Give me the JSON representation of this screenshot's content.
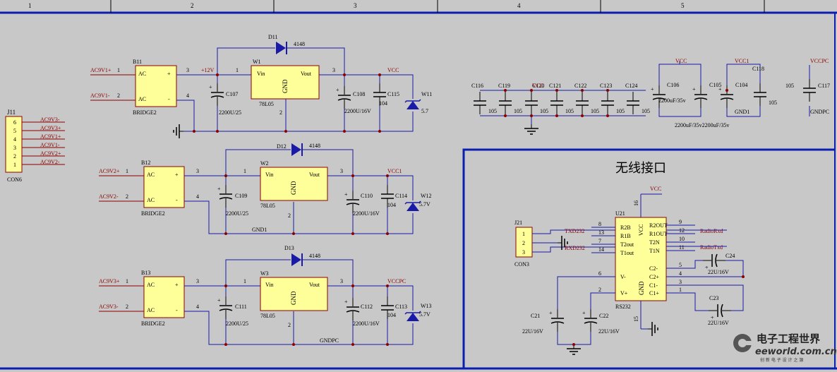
{
  "border": {
    "zones": [
      "1",
      "2",
      "3",
      "4",
      "5"
    ],
    "colors": {
      "frame": "#0a1fb0",
      "wire": "#1a1aa8",
      "part_fill": "#ffff99",
      "part_edge": "#8b0000",
      "net_label": "#8b0000",
      "text": "#000000",
      "background": "#c8c8c8",
      "junction": "#8b0000"
    }
  },
  "connector_j11": {
    "ref": "J11",
    "type": "CON6",
    "pins": [
      "6",
      "5",
      "4",
      "3",
      "2",
      "1"
    ],
    "nets": [
      "AC9V3-",
      "AC9V3+",
      "AC9V1+",
      "AC9V1-",
      "AC9V2+",
      "AC9V2-"
    ]
  },
  "ch1": {
    "in_plus": "AC9V1+",
    "in_plus_pin": "1",
    "in_minus": "AC9V1-",
    "in_minus_pin": "2",
    "bridge": {
      "ref": "B11",
      "type": "BRIDGE2",
      "pin_ac": "AC",
      "pin_plus": "+",
      "pin_minus": "-",
      "pin3": "3",
      "pin4": "4"
    },
    "plus12": "+12V",
    "diode": {
      "ref": "D11",
      "value": "4148"
    },
    "reg": {
      "ref": "W1",
      "type": "78L05",
      "vin": "Vin",
      "vout": "Vout",
      "gnd": "GND",
      "pin1": "1",
      "pin2": "2",
      "pin3": "3"
    },
    "c_in": {
      "ref": "C107",
      "value": "2200U/25"
    },
    "c_out": {
      "ref": "C108",
      "value": "2200U/16V"
    },
    "c_small": {
      "ref": "C115",
      "value": "104"
    },
    "zener": {
      "ref": "W11",
      "value": "5.7"
    },
    "rail": "VCC"
  },
  "ch2": {
    "in_plus": "AC9V2+",
    "in_plus_pin": "1",
    "in_minus": "AC9V2-",
    "in_minus_pin": "2",
    "bridge": {
      "ref": "B12",
      "type": "BRIDGE2",
      "pin_ac": "AC",
      "pin_plus": "+",
      "pin_minus": "-",
      "pin3": "3",
      "pin4": "4"
    },
    "diode": {
      "ref": "D12",
      "value": "4148"
    },
    "reg": {
      "ref": "W2",
      "type": "78L05",
      "vin": "Vin",
      "vout": "Vout",
      "gnd": "GND",
      "pin1": "1",
      "pin2": "2",
      "pin3": "3"
    },
    "c_in": {
      "ref": "C109",
      "value": "2200U/25"
    },
    "c_out": {
      "ref": "C110",
      "value": "2200U/16V"
    },
    "c_small": {
      "ref": "C114",
      "value": "104"
    },
    "zener": {
      "ref": "W12",
      "value": "5.7V"
    },
    "rail": "VCC1",
    "gnd": "GND1"
  },
  "ch3": {
    "in_plus": "AC9V3+",
    "in_plus_pin": "1",
    "in_minus": "AC9V3-",
    "in_minus_pin": "2",
    "bridge": {
      "ref": "B13",
      "type": "BRIDGE2",
      "pin_ac": "AC",
      "pin_plus": "+",
      "pin_minus": "-",
      "pin3": "3",
      "pin4": "4"
    },
    "diode": {
      "ref": "D13",
      "value": "4148"
    },
    "reg": {
      "ref": "W3",
      "type": "78L05",
      "vin": "Vin",
      "vout": "Vout",
      "gnd": "GND",
      "pin1": "1",
      "pin2": "2",
      "pin3": "3"
    },
    "c_in": {
      "ref": "C111",
      "value": "2200U/25"
    },
    "c_out": {
      "ref": "C112",
      "value": "2200U/16V"
    },
    "c_small": {
      "ref": "C113",
      "value": "104"
    },
    "zener": {
      "ref": "W13",
      "value": "5.7V"
    },
    "rail": "VCCPC",
    "gnd": "GNDPC"
  },
  "decoupling": {
    "refs": [
      "C116",
      "C119",
      "C120",
      "C121",
      "C122",
      "C123",
      "C124"
    ],
    "value": "105",
    "vcc": "VCC",
    "c106": {
      "ref": "C106",
      "value": "2200uF/35v"
    },
    "c105": {
      "ref": "C105"
    },
    "vcc_label_2": "VCC",
    "vcc1": "VCC1",
    "c104": {
      "ref": "C104"
    },
    "c118": {
      "ref": "C118",
      "value": "105"
    },
    "gnd1": "GND1",
    "bottom_text": "2200uF/35v2200uF/35v",
    "c117_value": "105",
    "c117": {
      "ref": "C117"
    },
    "vccpc": "VCCPC",
    "gndpc": "GNDPC"
  },
  "wireless": {
    "title": "无线接口",
    "vcc": "VCC",
    "vcc_pin": "16",
    "gnd_pin": "15",
    "j21": {
      "ref": "J21",
      "type": "CON3",
      "pins": [
        "1",
        "2",
        "3"
      ]
    },
    "txd": "TXD232",
    "rxd": "RXD232",
    "chip": {
      "ref": "U21",
      "type": "RS232",
      "vcc_pin_name": "VCC",
      "gnd_pin_name": "GND",
      "left_pins": [
        {
          "num": "8",
          "name": "R2B"
        },
        {
          "num": "13",
          "name": "R1B"
        },
        {
          "num": "7",
          "name": "T2out"
        },
        {
          "num": "14",
          "name": "T1out"
        },
        {
          "num": "6",
          "name": "V-"
        },
        {
          "num": "2",
          "name": "V+"
        }
      ],
      "right_pins": [
        {
          "num": "9",
          "name": "R2OUT"
        },
        {
          "num": "12",
          "name": "R1OUT"
        },
        {
          "num": "10",
          "name": "T2N"
        },
        {
          "num": "11",
          "name": "T1N"
        },
        {
          "num": "5",
          "name": "C2-"
        },
        {
          "num": "4",
          "name": "C2+"
        },
        {
          "num": "3",
          "name": "C1-"
        },
        {
          "num": "1",
          "name": "C1+"
        }
      ]
    },
    "radio_rxd": "RadioRxd",
    "radio_txd": "RadioTxd",
    "c21": {
      "ref": "C21",
      "value": "22U/16V"
    },
    "c22": {
      "ref": "C22",
      "value": "22U/16V"
    },
    "c23": {
      "ref": "C23",
      "value": "22U/16V"
    },
    "c24": {
      "ref": "C24",
      "value": "22U/16V"
    }
  },
  "watermark": {
    "brand_cn": "电子工程世界",
    "brand_en": "eeworld.com.cn",
    "slogan": "创 新 电 子 设 计 之 源"
  }
}
